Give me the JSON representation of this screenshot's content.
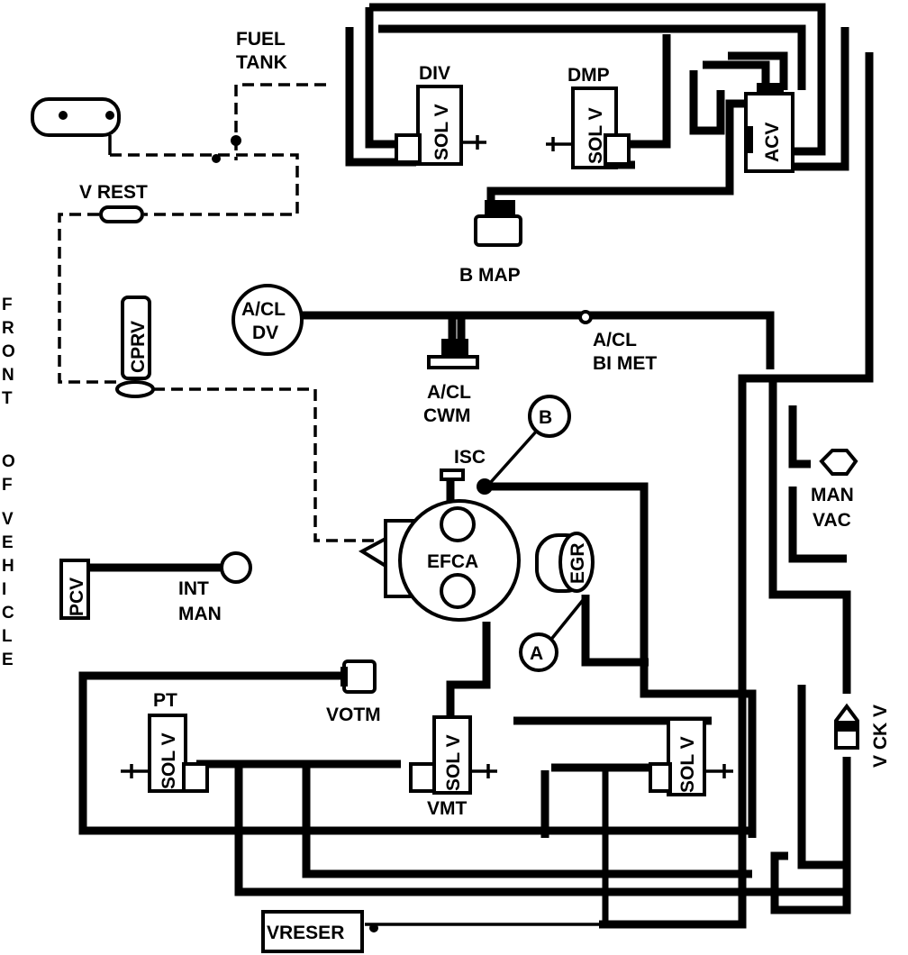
{
  "diagram": {
    "labels": {
      "fuel_tank_1": "FUEL",
      "fuel_tank_2": "TANK",
      "div": "DIV",
      "div_sol": "SOL V",
      "dmp": "DMP",
      "dmp_sol": "SOL V",
      "acv": "ACV",
      "b_map": "B MAP",
      "v_rest": "V REST",
      "cprv": "CPRV",
      "acl_dv_1": "A/CL",
      "acl_dv_2": "DV",
      "acl_cwm_1": "A/CL",
      "acl_cwm_2": "CWM",
      "acl_bimet_1": "A/CL",
      "acl_bimet_2": "BI MET",
      "b_circle": "B",
      "isc": "ISC",
      "efca": "EFCA",
      "egr": "EGR",
      "a_circle": "A",
      "man_vac_1": "MAN",
      "man_vac_2": "VAC",
      "pcv": "PCV",
      "int_man_1": "INT",
      "int_man_2": "MAN",
      "votm": "VOTM",
      "pt": "PT",
      "pt_sol": "SOL V",
      "vmt_sol": "SOL V",
      "vmt": "VMT",
      "right_sol": "SOL V",
      "vckv": "V CK V",
      "vreser": "VRESER",
      "front_of_vehicle": [
        "F",
        "R",
        "O",
        "N",
        "T",
        "",
        "O",
        "F",
        "",
        "V",
        "E",
        "H",
        "I",
        "C",
        "L",
        "E"
      ]
    }
  }
}
